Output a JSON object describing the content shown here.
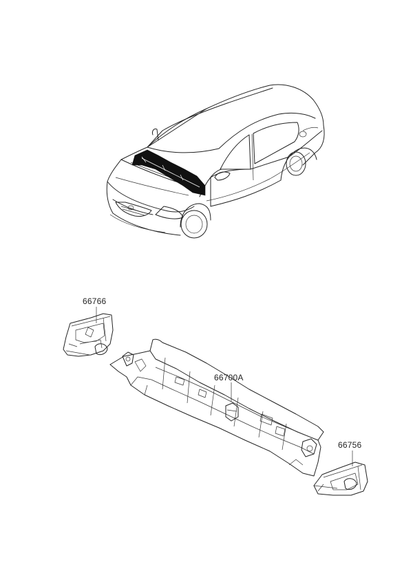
{
  "diagram": {
    "colors": {
      "line": "#222222",
      "highlight": "#111111",
      "background": "#ffffff"
    },
    "parts": [
      {
        "id": "p1",
        "number": "66766"
      },
      {
        "id": "p2",
        "number": "66700A"
      },
      {
        "id": "p3",
        "number": "66756"
      }
    ]
  }
}
